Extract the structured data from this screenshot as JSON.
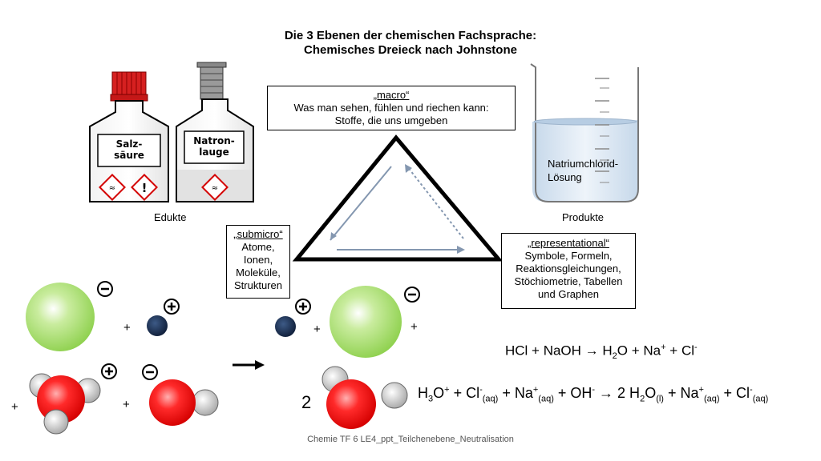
{
  "title": {
    "line1": "Die 3 Ebenen der chemischen Fachsprache:",
    "line2": "Chemisches Dreieck nach Johnstone"
  },
  "macro": {
    "heading": "„macro“",
    "line1": "Was man sehen, fühlen und riechen kann:",
    "line2": "Stoffe, die uns umgeben"
  },
  "submicro": {
    "heading": "„submicro“",
    "items": [
      "Atome,",
      "Ionen,",
      "Moleküle,",
      "Strukturen"
    ]
  },
  "representational": {
    "heading": "„representational“",
    "items": [
      "Symbole, Formeln,",
      "Reaktionsgleichungen,",
      "Stöchiometrie, Tabellen",
      "und Graphen"
    ]
  },
  "bottles": {
    "left_label_1": "Salz-",
    "left_label_2": "säure",
    "right_label_1": "Natron-",
    "right_label_2": "lauge",
    "caption": "Edukte"
  },
  "beaker": {
    "content_1": "Natriumchlorid-",
    "content_2": "Lösung",
    "caption": "Produkte"
  },
  "equation1": {
    "a": "HCl + NaOH → H",
    "a_sub": "2",
    "b": "O + Na",
    "b_sup": "+",
    "c": " + Cl",
    "c_sup": "-"
  },
  "equation2": {
    "p1": "H",
    "p1_sub": "3",
    "p2": "O",
    "p2_sup": "+",
    "p3": " + Cl",
    "p3_sup": "-",
    "p3_sub": "(aq)",
    "p4": " + Na",
    "p4_sup": "+",
    "p4_sub": "(aq)",
    "p5": " + OH",
    "p5_sup": "-",
    "p6": " → 2 H",
    "p6_sub": "2",
    "p7": "O",
    "p7_sub": "(l)",
    "p8": " + Na",
    "p8_sup": "+",
    "p8_sub": "(aq)",
    "p9": " + Cl",
    "p9_sup": "-",
    "p9_sub": "(aq)"
  },
  "particles": {
    "plus": "+",
    "coefficient": "2",
    "charge_plus": "+",
    "charge_minus": "−"
  },
  "footer": "Chemie TF 6 LE4_ppt_Teilchenebene_Neutralisation",
  "colors": {
    "chloride": "#8fd14f",
    "sodium": "#17294a",
    "oxygen": "#e8191b",
    "hydrogen": "#c9c9c9",
    "arrow": "#8497b0"
  }
}
